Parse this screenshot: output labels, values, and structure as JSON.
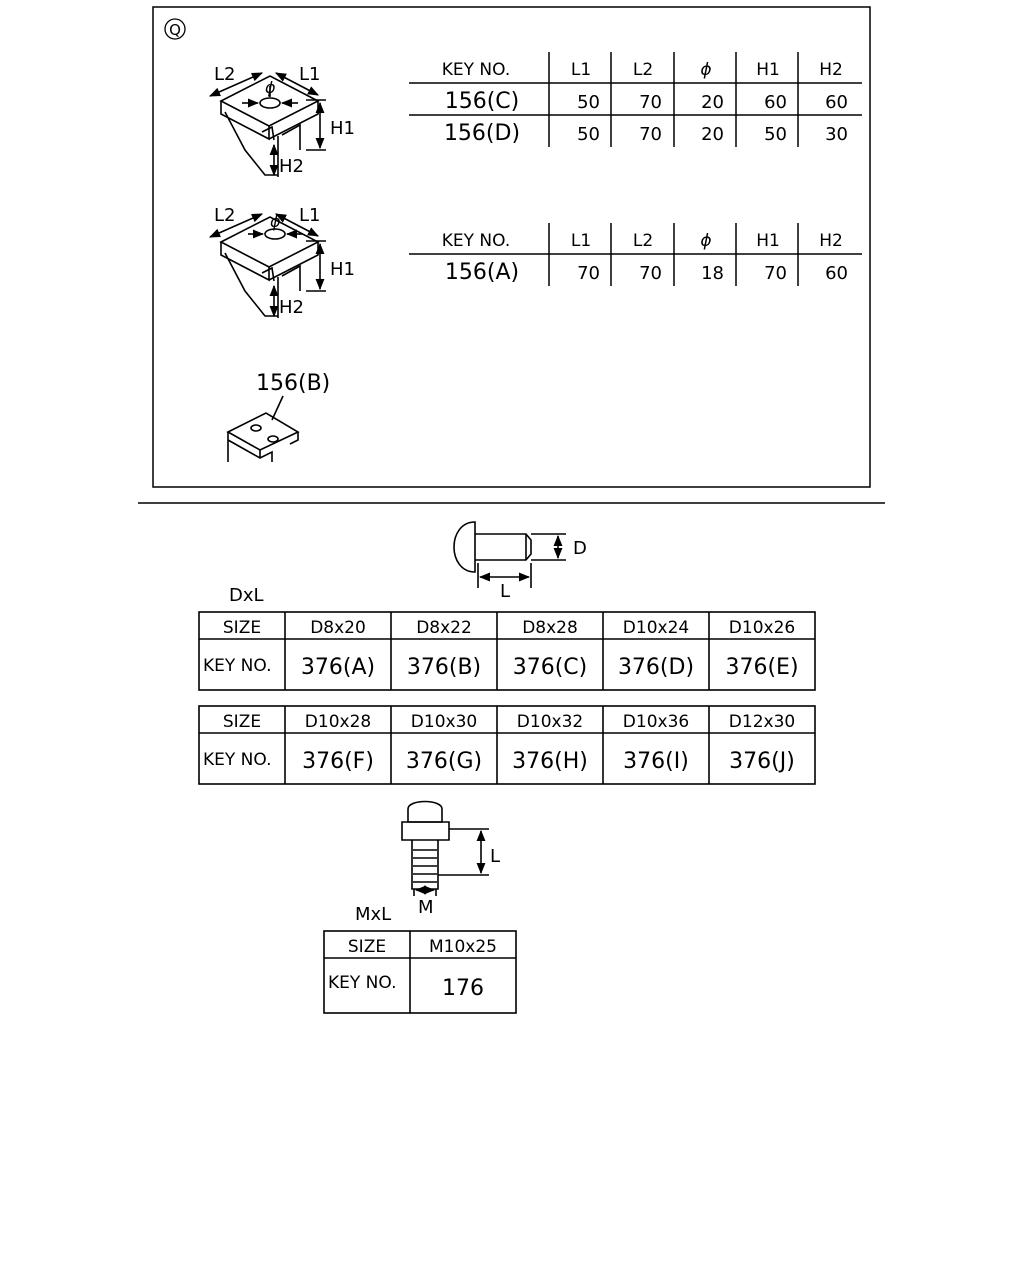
{
  "section_marker": "Q",
  "bracket_labels": {
    "l1": "L1",
    "l2": "L2",
    "phi": "ϕ",
    "h1": "H1",
    "h2": "H2"
  },
  "bracket_table_cd": {
    "headers": [
      "KEY NO.",
      "L1",
      "L2",
      "ϕ",
      "H1",
      "H2"
    ],
    "rows": [
      [
        "156(C)",
        "50",
        "70",
        "20",
        "60",
        "60"
      ],
      [
        "156(D)",
        "50",
        "70",
        "20",
        "50",
        "30"
      ]
    ]
  },
  "bracket_table_a": {
    "headers": [
      "KEY NO.",
      "L1",
      "L2",
      "ϕ",
      "H1",
      "H2"
    ],
    "rows": [
      [
        "156(A)",
        "70",
        "70",
        "18",
        "70",
        "60"
      ]
    ]
  },
  "bracket_b_label": "156(B)",
  "rivet": {
    "dim_d": "D",
    "dim_l": "L",
    "size_caption": "DxL",
    "table1": {
      "row_labels": [
        "SIZE",
        "KEY NO."
      ],
      "sizes": [
        "D8x20",
        "D8x22",
        "D8x28",
        "D10x24",
        "D10x26"
      ],
      "keys": [
        "376(A)",
        "376(B)",
        "376(C)",
        "376(D)",
        "376(E)"
      ]
    },
    "table2": {
      "row_labels": [
        "SIZE",
        "KEY NO."
      ],
      "sizes": [
        "D10x28",
        "D10x30",
        "D10x32",
        "D10x36",
        "D12x30"
      ],
      "keys": [
        "376(F)",
        "376(G)",
        "376(H)",
        "376(I)",
        "376(J)"
      ]
    }
  },
  "bolt": {
    "dim_l": "L",
    "dim_m": "M",
    "size_caption": "MxL",
    "table": {
      "row_labels": [
        "SIZE",
        "KEY NO."
      ],
      "sizes": [
        "M10x25"
      ],
      "keys": [
        "176"
      ]
    }
  }
}
